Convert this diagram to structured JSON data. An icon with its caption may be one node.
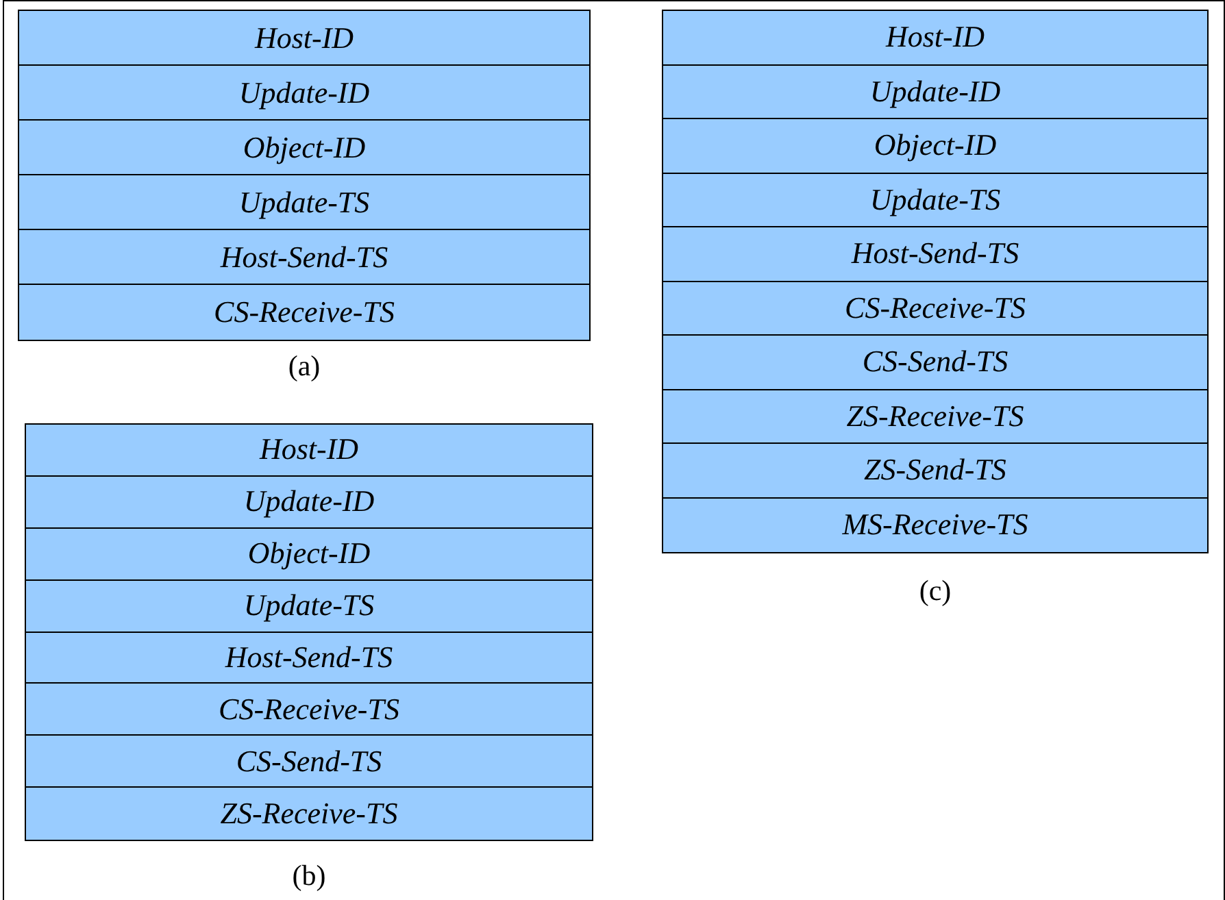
{
  "diagram": {
    "nodes": [
      {
        "text": [
          "Host-ID",
          "Update-ID",
          "Object-ID",
          "Update-TS",
          "Host-Send-TS",
          "CS-Receive-TS"
        ],
        "beside": [
          "(a)"
        ]
      },
      {
        "text": [
          "Host-ID",
          "Update-ID",
          "Object-ID",
          "Update-TS",
          "Host-Send-TS",
          "CS-Receive-TS",
          "CS-Send-TS",
          "ZS-Receive-TS"
        ],
        "beside": [
          "(b)"
        ]
      },
      {
        "text": [
          "Host-ID",
          "Update-ID",
          "Object-ID",
          "Update-TS",
          "Host-Send-TS",
          "CS-Receive-TS",
          "CS-Send-TS",
          "ZS-Receive-TS",
          "ZS-Send-TS",
          "MS-Receive-TS"
        ],
        "beside": [
          "(c)"
        ]
      }
    ]
  }
}
